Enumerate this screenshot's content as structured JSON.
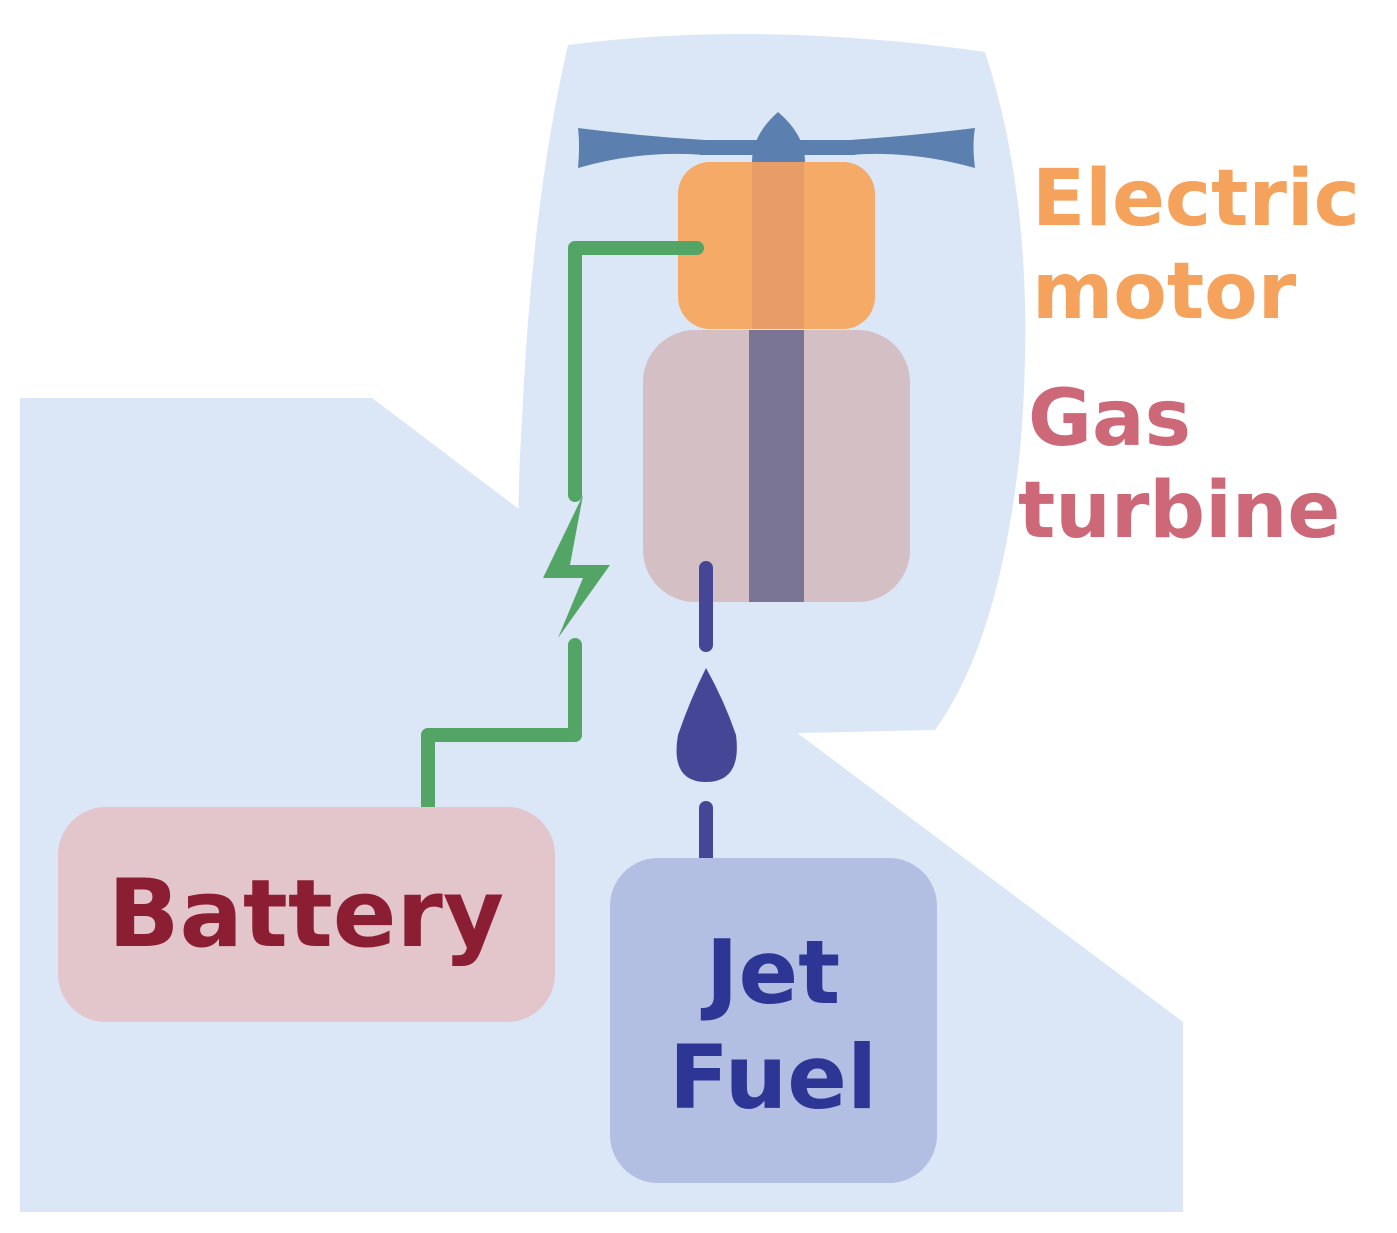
{
  "labels": {
    "electric_motor": [
      "Electric",
      "motor"
    ],
    "gas_turbine": [
      "Gas",
      "turbine"
    ],
    "battery": "Battery",
    "jet_fuel": [
      "Jet",
      "Fuel"
    ]
  },
  "colors": {
    "background": "#dbe7f6",
    "propeller": "#5b80b0",
    "motor_fill": "#f5aa67",
    "motor_label": "#f5a25c",
    "turbine_fill": "#d4bfc4",
    "turbine_label": "#cc6877",
    "shaft": "#7a7595",
    "electric_wire": "#52a565",
    "battery_fill": "#e3c5cc",
    "battery_label": "#8c1e33",
    "fuel_fill": "#b3bfe2",
    "fuel_label": "#2d3595",
    "fuel_line": "#454796"
  },
  "icons": [
    "propeller-icon",
    "lightning-bolt-icon",
    "fuel-drop-icon"
  ]
}
